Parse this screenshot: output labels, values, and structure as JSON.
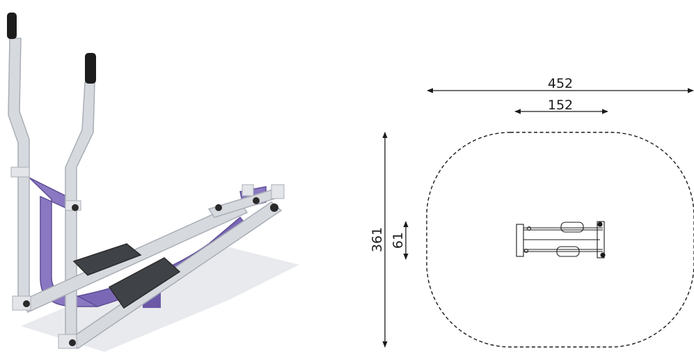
{
  "dimensions": {
    "overall_width": "452",
    "equipment_width": "152",
    "overall_depth": "361",
    "equipment_depth": "61"
  },
  "colors": {
    "frame": "#d6d9de",
    "frame_shade": "#a9aeb6",
    "accent": "#8a78c2",
    "accent_dark": "#5e4c96",
    "pedal": "#3f4246",
    "grip": "#1c1c1c",
    "line": "#1a1a1a"
  },
  "icons": {
    "product_render": "elliptical-cross-trainer",
    "plan_symbol": "elliptical-top-view"
  }
}
